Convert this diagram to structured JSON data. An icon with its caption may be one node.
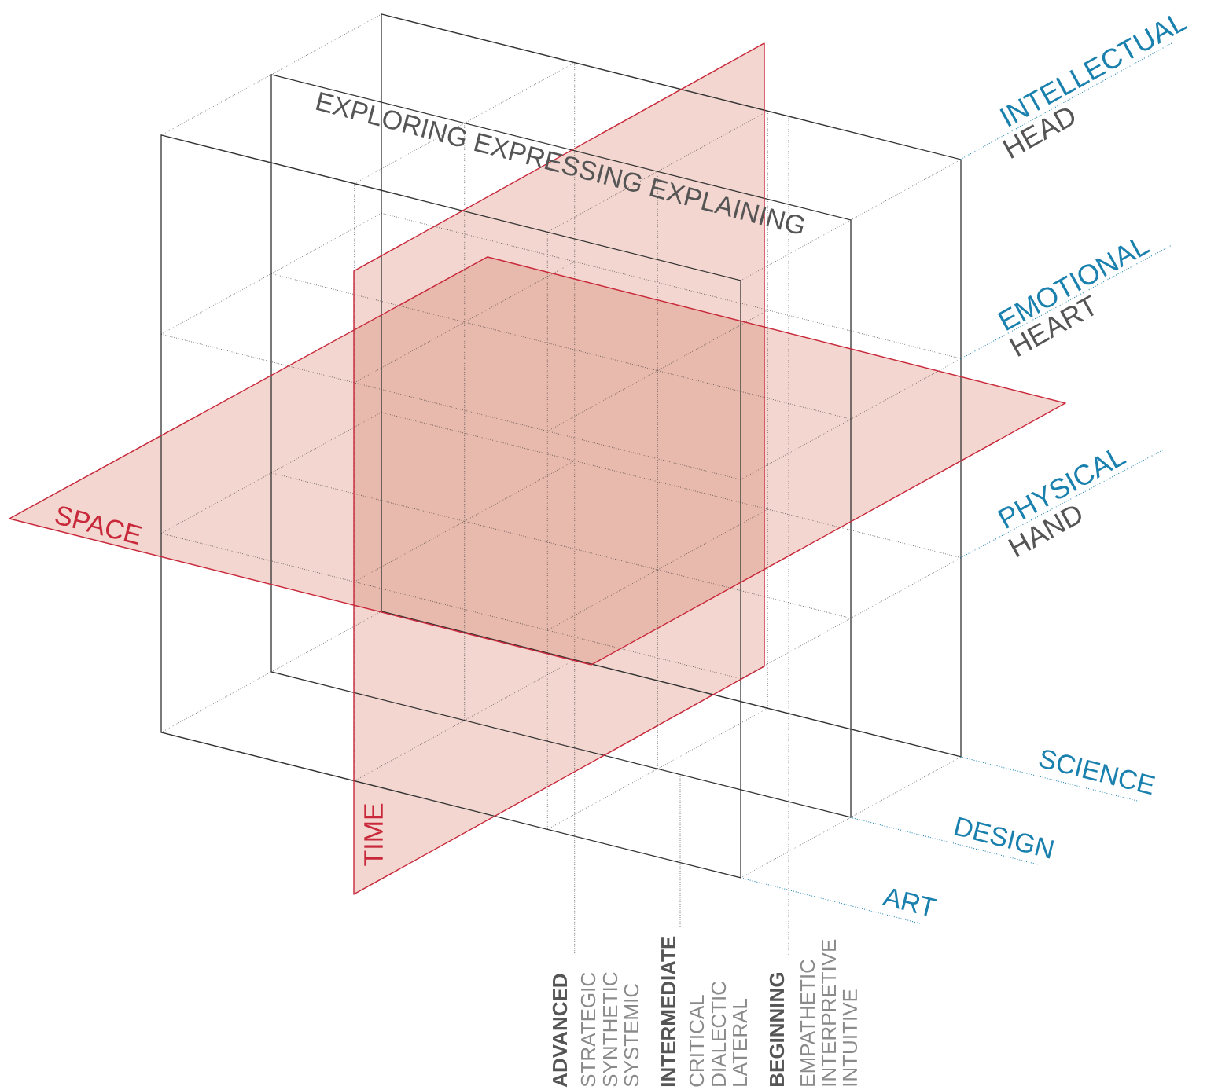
{
  "diagram": {
    "labels": [
      "INTELLECTUAL",
      "HEAD",
      "EXPLORING EXPRESSING EXPLAINING",
      "EMOTIONAL",
      "HEART",
      "SPACE",
      "PHYSICAL",
      "HAND",
      "SCIENCE",
      "DESIGN",
      "TIME",
      "ART",
      "ADVANCED",
      "STRATEGIC",
      "SYNTHETIC",
      "SYSTEMIC",
      "INTERMEDIATE",
      "CRITICAL",
      "DIALECTIC",
      "LATERAL",
      "BEGINNING",
      "EMPATHETIC",
      "INTERPRETIVE",
      "INTUITIVE"
    ]
  }
}
